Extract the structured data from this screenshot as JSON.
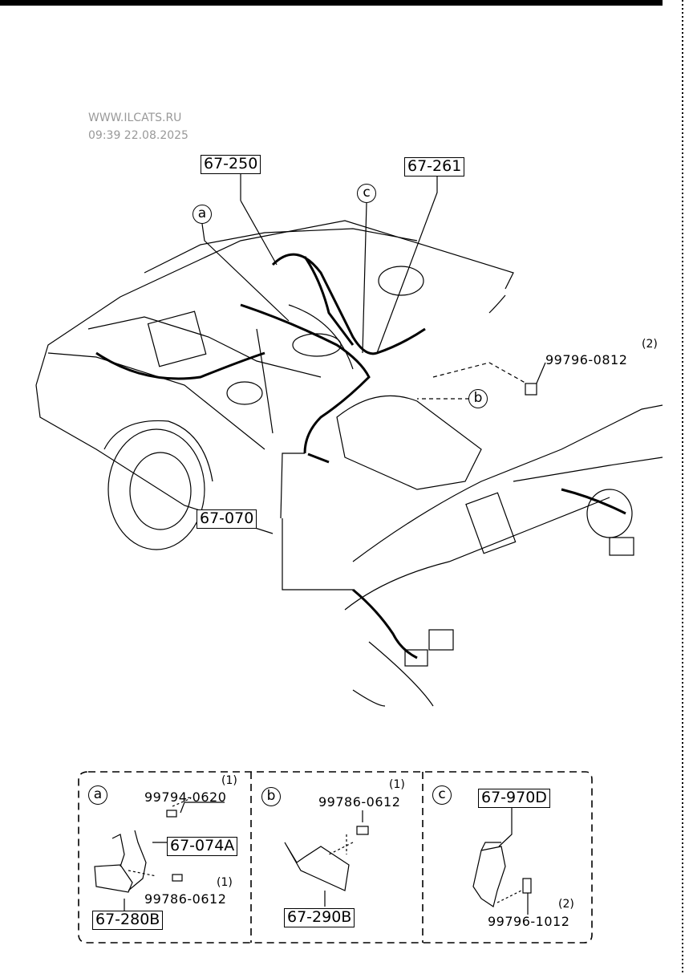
{
  "watermark": {
    "site": "WWW.ILCATS.RU",
    "timestamp": "09:39 22.08.2025"
  },
  "main_diagram": {
    "callouts": {
      "p67_250": "67-250",
      "p67_261": "67-261",
      "p67_070": "67-070",
      "bolt_0812": "99796-0812",
      "bolt_0812_qty": "(2)",
      "ref_a": "a",
      "ref_b": "b",
      "ref_c": "c"
    }
  },
  "detail_panels": [
    {
      "ref": "a",
      "parts": [
        "67-074A",
        "67-280B"
      ],
      "bolts": [
        {
          "code": "99794-0620",
          "qty": "(1)"
        },
        {
          "code": "99786-0612",
          "qty": "(1)"
        }
      ]
    },
    {
      "ref": "b",
      "parts": [
        "67-290B"
      ],
      "bolts": [
        {
          "code": "99786-0612",
          "qty": "(1)"
        }
      ]
    },
    {
      "ref": "c",
      "parts": [
        "67-970D"
      ],
      "bolts": [
        {
          "code": "99796-1012",
          "qty": "(2)"
        }
      ]
    }
  ]
}
